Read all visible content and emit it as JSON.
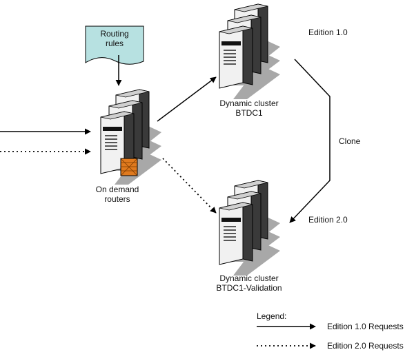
{
  "routing_rules": {
    "line1": "Routing",
    "line2": "rules"
  },
  "routers": {
    "line1": "On demand",
    "line2": "routers"
  },
  "cluster_top": {
    "line1": "Dynamic cluster",
    "line2": "BTDC1",
    "edition": "Edition 1.0"
  },
  "cluster_bottom": {
    "line1": "Dynamic cluster",
    "line2": "BTDC1-Validation",
    "edition": "Edition 2.0"
  },
  "clone_label": "Clone",
  "legend": {
    "title": "Legend:",
    "solid_label": "Edition 1.0 Requests",
    "dotted_label": "Edition 2.0 Requests"
  },
  "colors": {
    "note_fill": "#b7e1e1",
    "server_front": "#f1f1f1",
    "server_side": "#3a3a3a",
    "shadow": "#a8a8a8",
    "firewall": "#e07a1e"
  }
}
